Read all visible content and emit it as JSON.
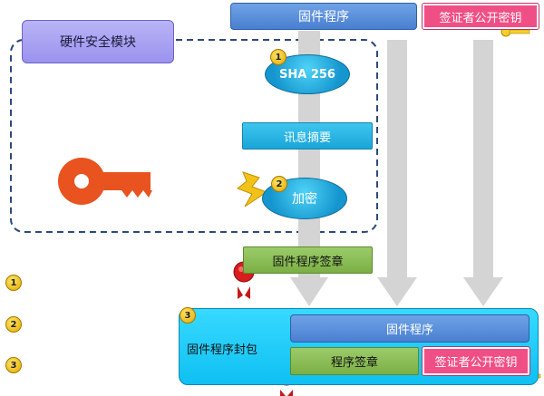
{
  "top": {
    "firmware_label": "固件程序",
    "signer_key_label": "签证者公开密钥"
  },
  "hsm": {
    "title": "硬件安全模块",
    "sha_label": "SHA 256",
    "digest_label": "讯息摘要",
    "encrypt_label": "加密"
  },
  "signature_label": "固件程序签章",
  "package": {
    "title": "固件程序封包",
    "firmware_label": "固件程序",
    "signature_label": "程序签章",
    "signer_key_label": "签证者公开密钥"
  },
  "markers": [
    "1",
    "2",
    "3"
  ],
  "colors": {
    "blue": "#4a7fd0",
    "pink": "#f04f86",
    "cyan": "#1aa5d8",
    "green": "#7bb045",
    "hsm_border": "#2d4a7a",
    "key": "#e8531f",
    "arrow": "#d4d4d4"
  }
}
